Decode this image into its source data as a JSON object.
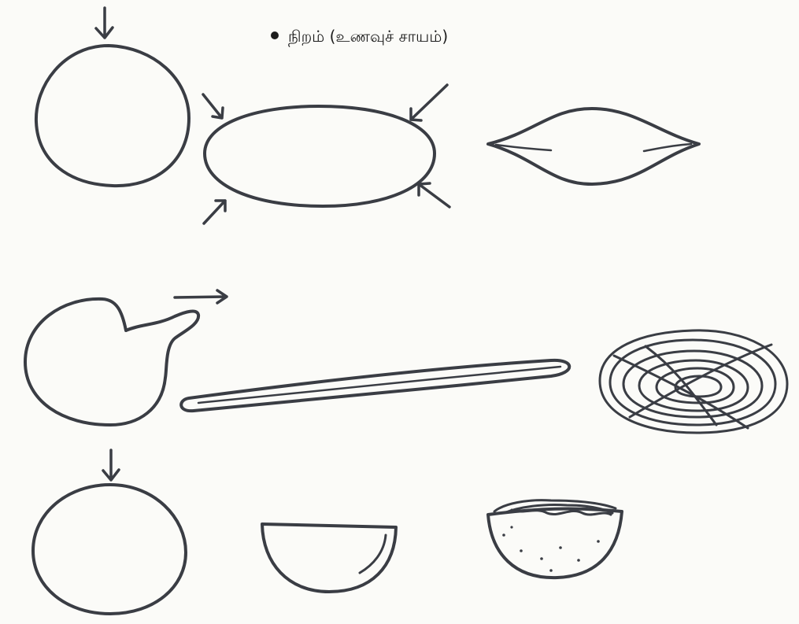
{
  "caption": {
    "text": "நிறம் (உணவுச் சாயம்)"
  },
  "colors": {
    "ink": "#3a3d44",
    "paper": "#fbfbf8",
    "text": "#1d1d1d"
  },
  "steps": [
    {
      "id": "ball",
      "icon": "round-dough-ball"
    },
    {
      "id": "oval",
      "icon": "flattened-oval-dough"
    },
    {
      "id": "lens",
      "icon": "lens-shaped-dough"
    },
    {
      "id": "pulled",
      "icon": "dough-with-pulled-tail"
    },
    {
      "id": "rope",
      "icon": "long-dough-rope"
    },
    {
      "id": "coil",
      "icon": "coiled-dough"
    },
    {
      "id": "ball2",
      "icon": "round-dough-ball"
    },
    {
      "id": "bowl",
      "icon": "half-sphere-bowl"
    },
    {
      "id": "filled",
      "icon": "filled-half-sphere"
    }
  ]
}
